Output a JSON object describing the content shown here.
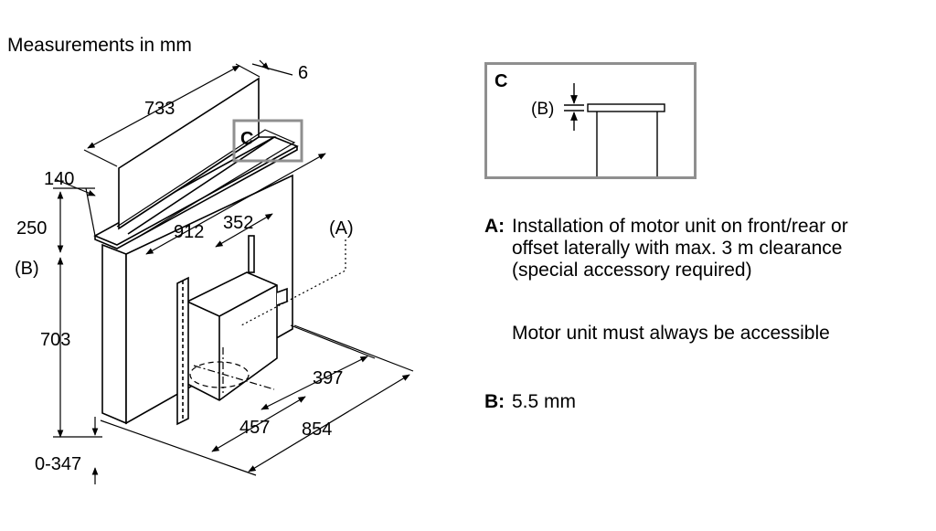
{
  "heading": "Measurements in mm",
  "dimensions": {
    "d6": "6",
    "d733": "733",
    "d140": "140",
    "d250": "250",
    "dB": "(B)",
    "d703": "703",
    "d0347": "0-347",
    "d912": "912",
    "d352": "352",
    "dA": "(A)",
    "d397": "397",
    "d457": "457",
    "d854": "854",
    "dC": "C"
  },
  "detail": {
    "label": "C",
    "b_label": "(B)"
  },
  "legend": {
    "a_key": "A:",
    "a_lines": [
      "Installation of motor unit on front/rear or",
      "offset laterally with max. 3 m clearance",
      "(special accessory required)"
    ],
    "note": "Motor unit must always be accessible",
    "b_key": "B:",
    "b_value": "5.5 mm"
  }
}
